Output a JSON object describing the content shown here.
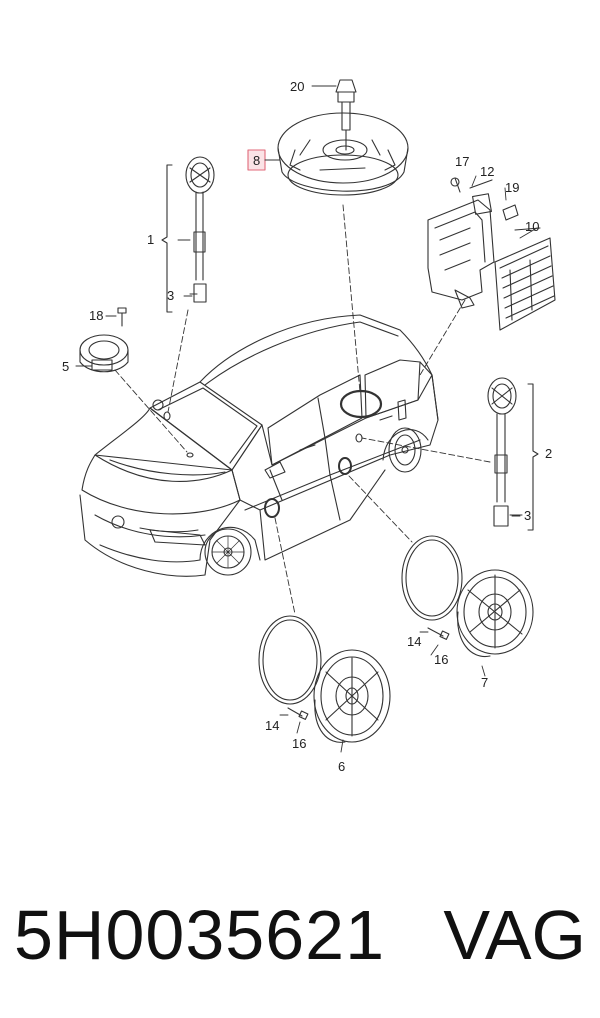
{
  "callouts": {
    "c20": "20",
    "c8": "8",
    "c17": "17",
    "c12": "12",
    "c19": "19",
    "c10": "10",
    "c1": "1",
    "c3a": "3",
    "c18": "18",
    "c5": "5",
    "c2": "2",
    "c3b": "3",
    "c14a": "14",
    "c16a": "16",
    "c7": "7",
    "c14b": "14",
    "c16b": "16",
    "c6": "6"
  },
  "highlight_color": "#e06a7a",
  "footer": {
    "part_number": "5H0035621",
    "brand": "VAG"
  }
}
